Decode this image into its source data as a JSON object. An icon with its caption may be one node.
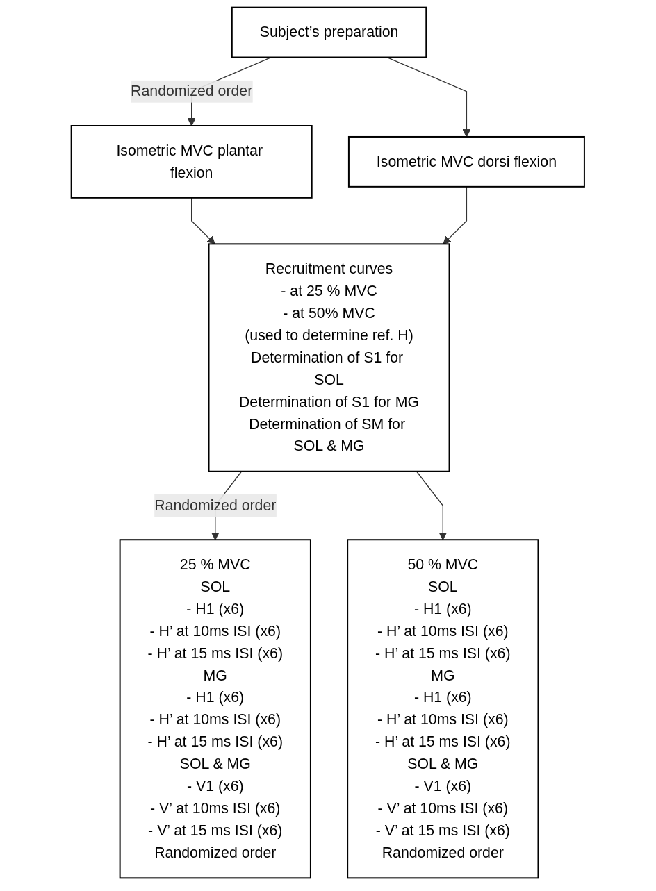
{
  "diagram": {
    "nodes": [
      {
        "text": [
          "Subject’s preparation"
        ]
      },
      {
        "text": [
          "Isometric MVC plantar flexion"
        ]
      },
      {
        "text": [
          "Isometric MVC dorsi flexion"
        ]
      },
      {
        "text": [
          "Recruitment curves",
          "- at 25 % MVC",
          "- at 50% MVC",
          "(used to determine ref. H)",
          "Determination of S1 for SOL",
          "Determination of S1 for MG",
          "Determination of SM for SOL & MG"
        ]
      },
      {
        "text": [
          "25 % MVC",
          "SOL",
          "- H1 (x6)",
          "- H’ at 10ms ISI (x6)",
          "- H’ at 15 ms ISI (x6)",
          "MG",
          "- H1 (x6)",
          "- H’ at 10ms ISI (x6)",
          "- H’ at 15 ms ISI (x6)",
          "SOL & MG",
          "- V1 (x6)",
          "- V’ at 10ms ISI (x6)",
          "- V’ at 15 ms ISI (x6)",
          "Randomized order"
        ]
      },
      {
        "text": [
          "50 % MVC",
          "SOL",
          "- H1 (x6)",
          "- H’ at 10ms ISI (x6)",
          "- H’ at 15 ms ISI (x6)",
          "MG",
          "- H1 (x6)",
          "- H’ at 10ms ISI (x6)",
          "- H’ at 15 ms ISI (x6)",
          "SOL & MG",
          "- V1 (x6)",
          "- V’ at 10ms ISI (x6)",
          "- V’ at 15 ms ISI (x6)",
          "Randomized order"
        ]
      }
    ],
    "edges": [
      {
        "from": 0,
        "to": 1,
        "arrow": "to",
        "label": "Randomized order"
      },
      {
        "from": 0,
        "to": 2,
        "arrow": "to"
      },
      {
        "from": 1,
        "to": 3,
        "arrow": "to"
      },
      {
        "from": 2,
        "to": 3,
        "arrow": "to"
      },
      {
        "from": 3,
        "to": 4,
        "arrow": "to",
        "label": "Randomized order"
      },
      {
        "from": 3,
        "to": 5,
        "arrow": "to"
      }
    ]
  }
}
